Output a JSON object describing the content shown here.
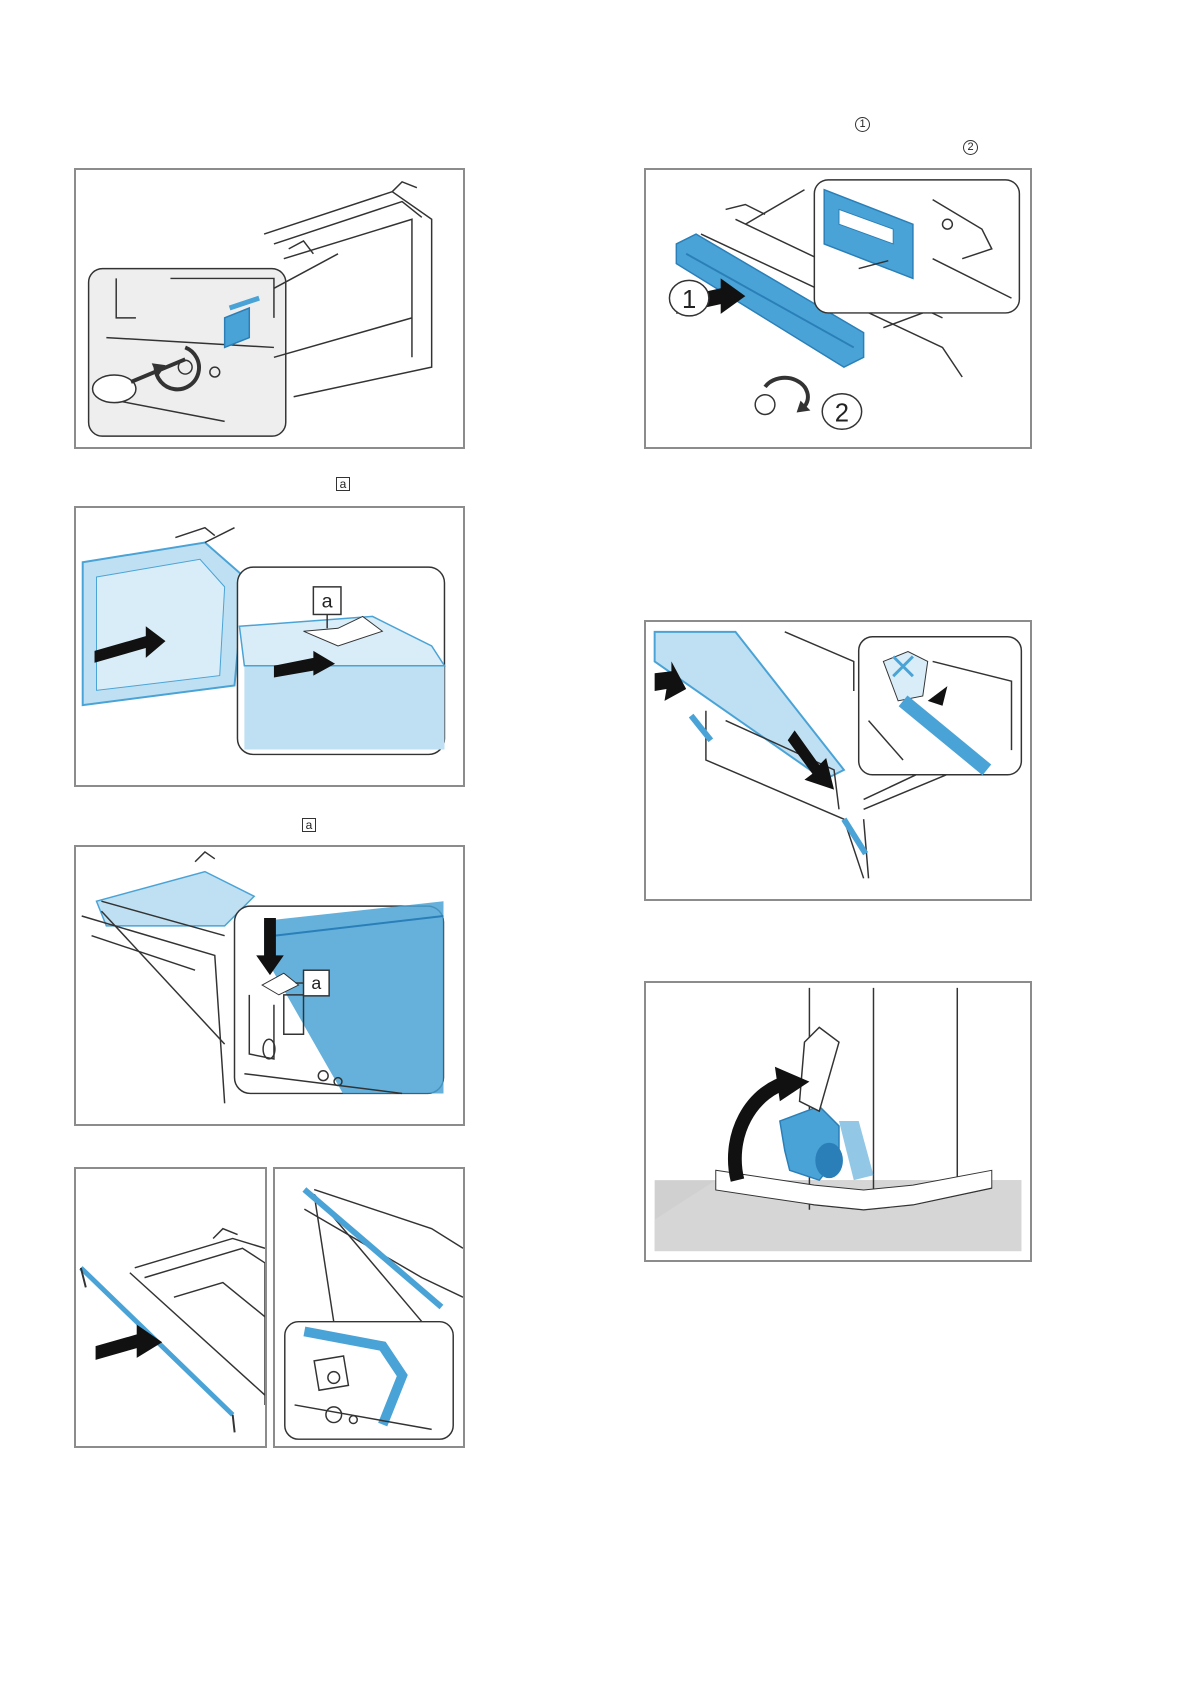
{
  "markers": {
    "step_a_1": "a",
    "step_a_2": "a",
    "step_1": "1",
    "step_2": "2"
  },
  "figures": {
    "fig2_callout": "a",
    "fig3_callout": "a",
    "fig_r1_step1": "1",
    "fig_r1_step2": "2"
  },
  "colors": {
    "accent": "#4aa3d6",
    "accent_dark": "#2a7fb8",
    "frame": "#8c8c8c",
    "line": "#333333"
  }
}
